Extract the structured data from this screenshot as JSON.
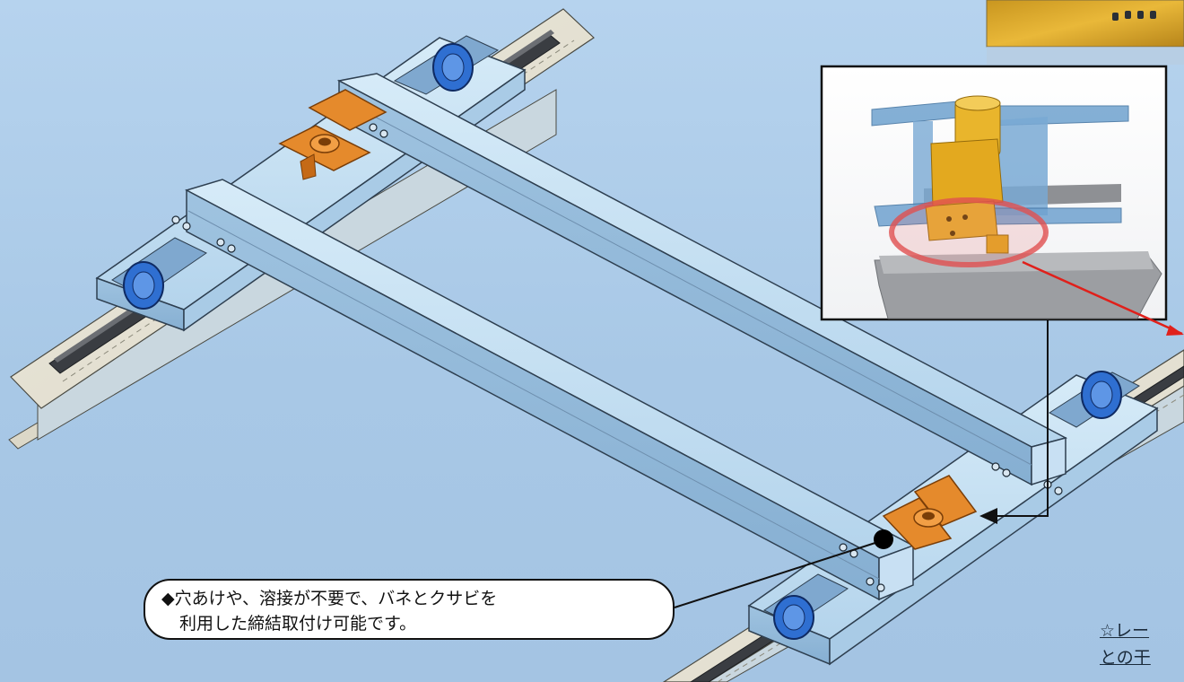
{
  "callout": {
    "line1": "◆穴あけや、溶接が不要で、バネとクサビを",
    "line2": "利用した締結取付け可能です。"
  },
  "note": {
    "line1": "☆レー",
    "line2": "との干"
  },
  "colors": {
    "background": "#a9cbe8",
    "steel_beam": "#b8d8ee",
    "steel_edge": "#2e3f50",
    "rail_base": "#e9e6d8",
    "wheel": "#2f6fd1",
    "clamp": "#e58a2c",
    "arrow_red": "#e0201b",
    "highlight_ring": "#e05050"
  },
  "icons": {
    "bullet": "diamond-bullet",
    "star": "star-icon"
  }
}
